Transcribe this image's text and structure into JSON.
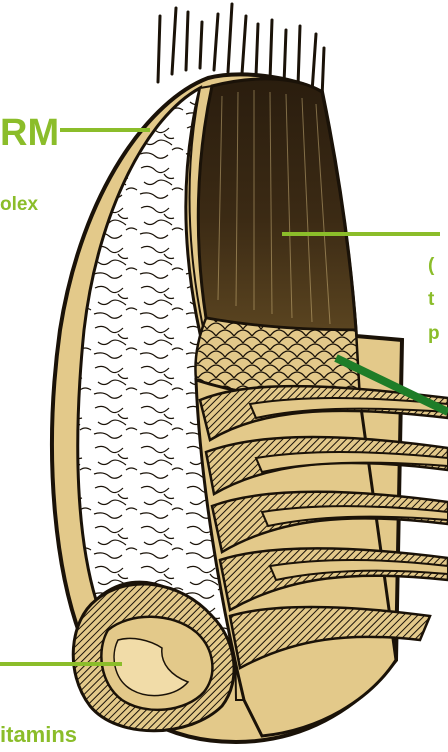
{
  "labels": {
    "endosperm_fragment": "RM",
    "endosperm_sub_fragment": "olex",
    "bran_line1_fragment": "(",
    "bran_line2_fragment": "t",
    "bran_line3_fragment": "p",
    "germ_sub_fragment": "itamins"
  },
  "colors": {
    "label_green": "#8bbd2a",
    "pointer_dark_green": "#1e7d28",
    "kernel_tan": "#e3c98a",
    "outline": "#1a1208"
  },
  "figure": {
    "subject": "wheat-kernel-cross-section",
    "parts": [
      "endosperm",
      "bran",
      "germ",
      "beard"
    ]
  }
}
